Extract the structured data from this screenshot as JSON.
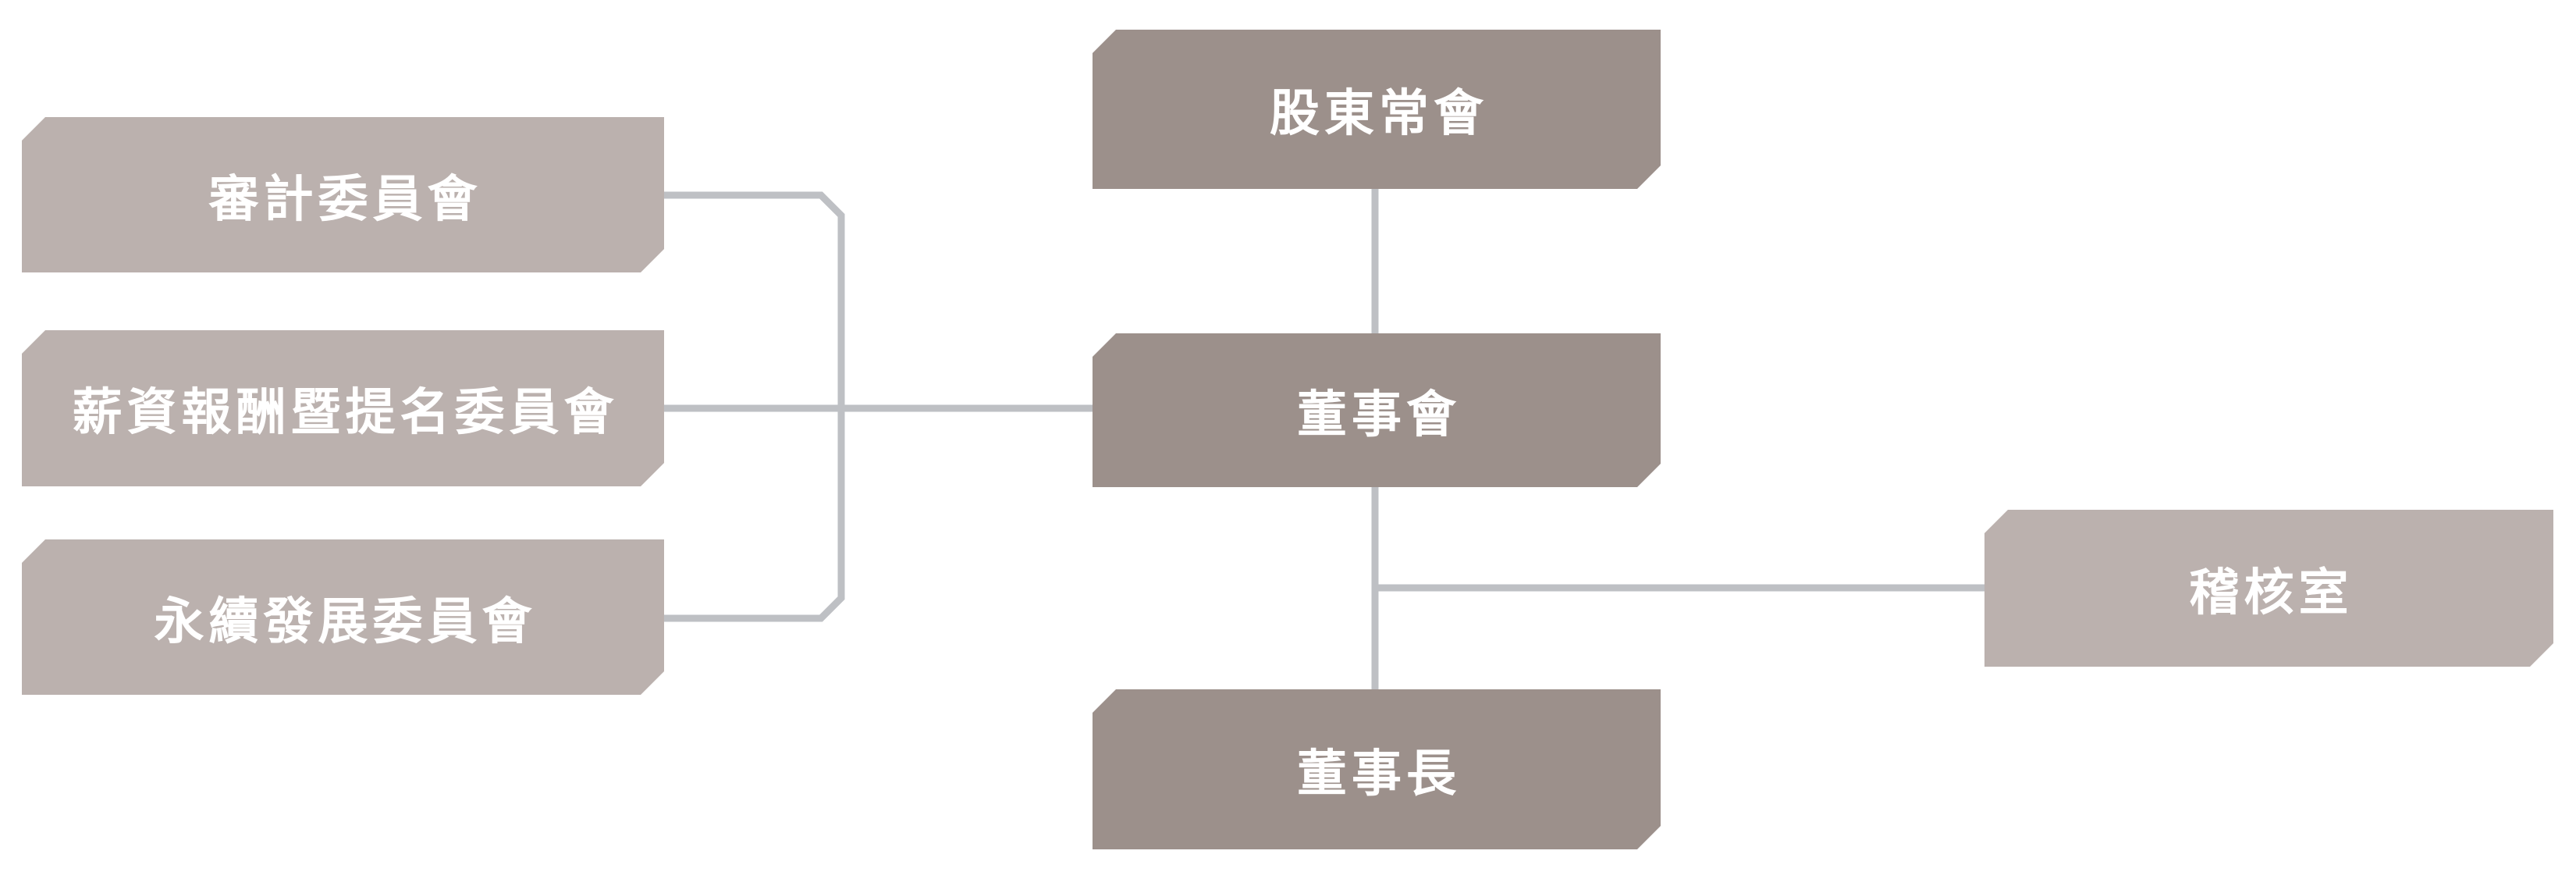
{
  "org_chart": {
    "type": "organization-chart",
    "language": "zh-TW",
    "nodes": {
      "shareholders_meeting": {
        "label": "股東常會",
        "style": "dark"
      },
      "board_of_directors": {
        "label": "董事會",
        "style": "dark"
      },
      "chairman": {
        "label": "董事長",
        "style": "dark"
      },
      "audit_committee": {
        "label": "審計委員會",
        "style": "light"
      },
      "compensation_nomination_committee": {
        "label": "薪資報酬暨提名委員會",
        "style": "light"
      },
      "sustainability_committee": {
        "label": "永續發展委員會",
        "style": "light"
      },
      "audit_office": {
        "label": "稽核室",
        "style": "light"
      }
    },
    "edges": [
      {
        "from": "shareholders_meeting",
        "to": "board_of_directors"
      },
      {
        "from": "board_of_directors",
        "to": "chairman"
      },
      {
        "from": "board_of_directors",
        "to": "audit_office"
      },
      {
        "from": "board_of_directors",
        "to": "audit_committee"
      },
      {
        "from": "board_of_directors",
        "to": "compensation_nomination_committee"
      },
      {
        "from": "board_of_directors",
        "to": "sustainability_committee"
      }
    ],
    "colors": {
      "node_dark": "#9c908b",
      "node_light": "#bbb1ae",
      "connector_line": "#bec0c4",
      "label_text": "#ffffff",
      "background": "#ffffff"
    }
  }
}
